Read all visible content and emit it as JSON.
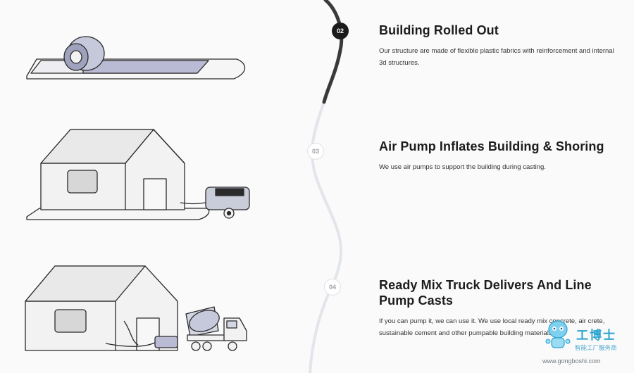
{
  "steps": [
    {
      "number": "02",
      "title": "Building Rolled Out",
      "description": "Our structure are made of flexible plastic fabrics with reinforcement and internal 3d structures.",
      "state": "active"
    },
    {
      "number": "03",
      "title": "Air Pump Inflates Building & Shoring",
      "description": "We use air pumps to support the building during casting.",
      "state": "inactive"
    },
    {
      "number": "04",
      "title": "Ready Mix Truck Delivers And Line Pump Casts",
      "description": "If you can pump it, we can use it. We use local ready mix concrete, air crete, sustainable cement and other pumpable building materials.",
      "state": "inactive"
    }
  ],
  "watermark": {
    "brand": "工博士",
    "tagline": "智能工厂服务商",
    "url": "www.gongboshi.com"
  },
  "colors": {
    "timeline_active": "#3a3a3a",
    "timeline_inactive": "#e2e5e9",
    "badge_active": "#1b1b1b",
    "illustration_stroke": "#2b2b2b",
    "illustration_fill": "#f2f2f2",
    "roll_fill": "#b9bbd4"
  }
}
